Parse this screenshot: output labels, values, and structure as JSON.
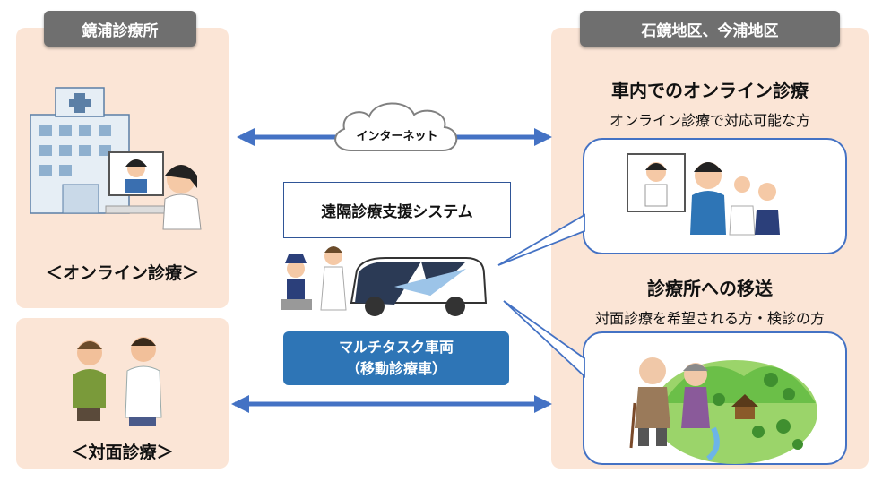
{
  "left_top": {
    "header": "鏡浦診療所",
    "caption": "＜オンライン診療＞"
  },
  "left_bottom": {
    "caption": "＜対面診療＞"
  },
  "right": {
    "header": "石鏡地区、今浦地区",
    "online_title": "車内でのオンライン診療",
    "online_sub": "オンライン診療で対応可能な方",
    "transport_title": "診療所への移送",
    "transport_sub": "対面診療を希望される方・検診の方"
  },
  "center": {
    "cloud": "インターネット",
    "system": "遠隔診療支援システム",
    "vehicle_line1": "マルチタスク車両",
    "vehicle_line2": "（移動診療車）"
  },
  "colors": {
    "panel": "#fbe5d6",
    "header": "#6f6f6f",
    "accent": "#4472c4",
    "vehicle": "#2e75b6"
  }
}
